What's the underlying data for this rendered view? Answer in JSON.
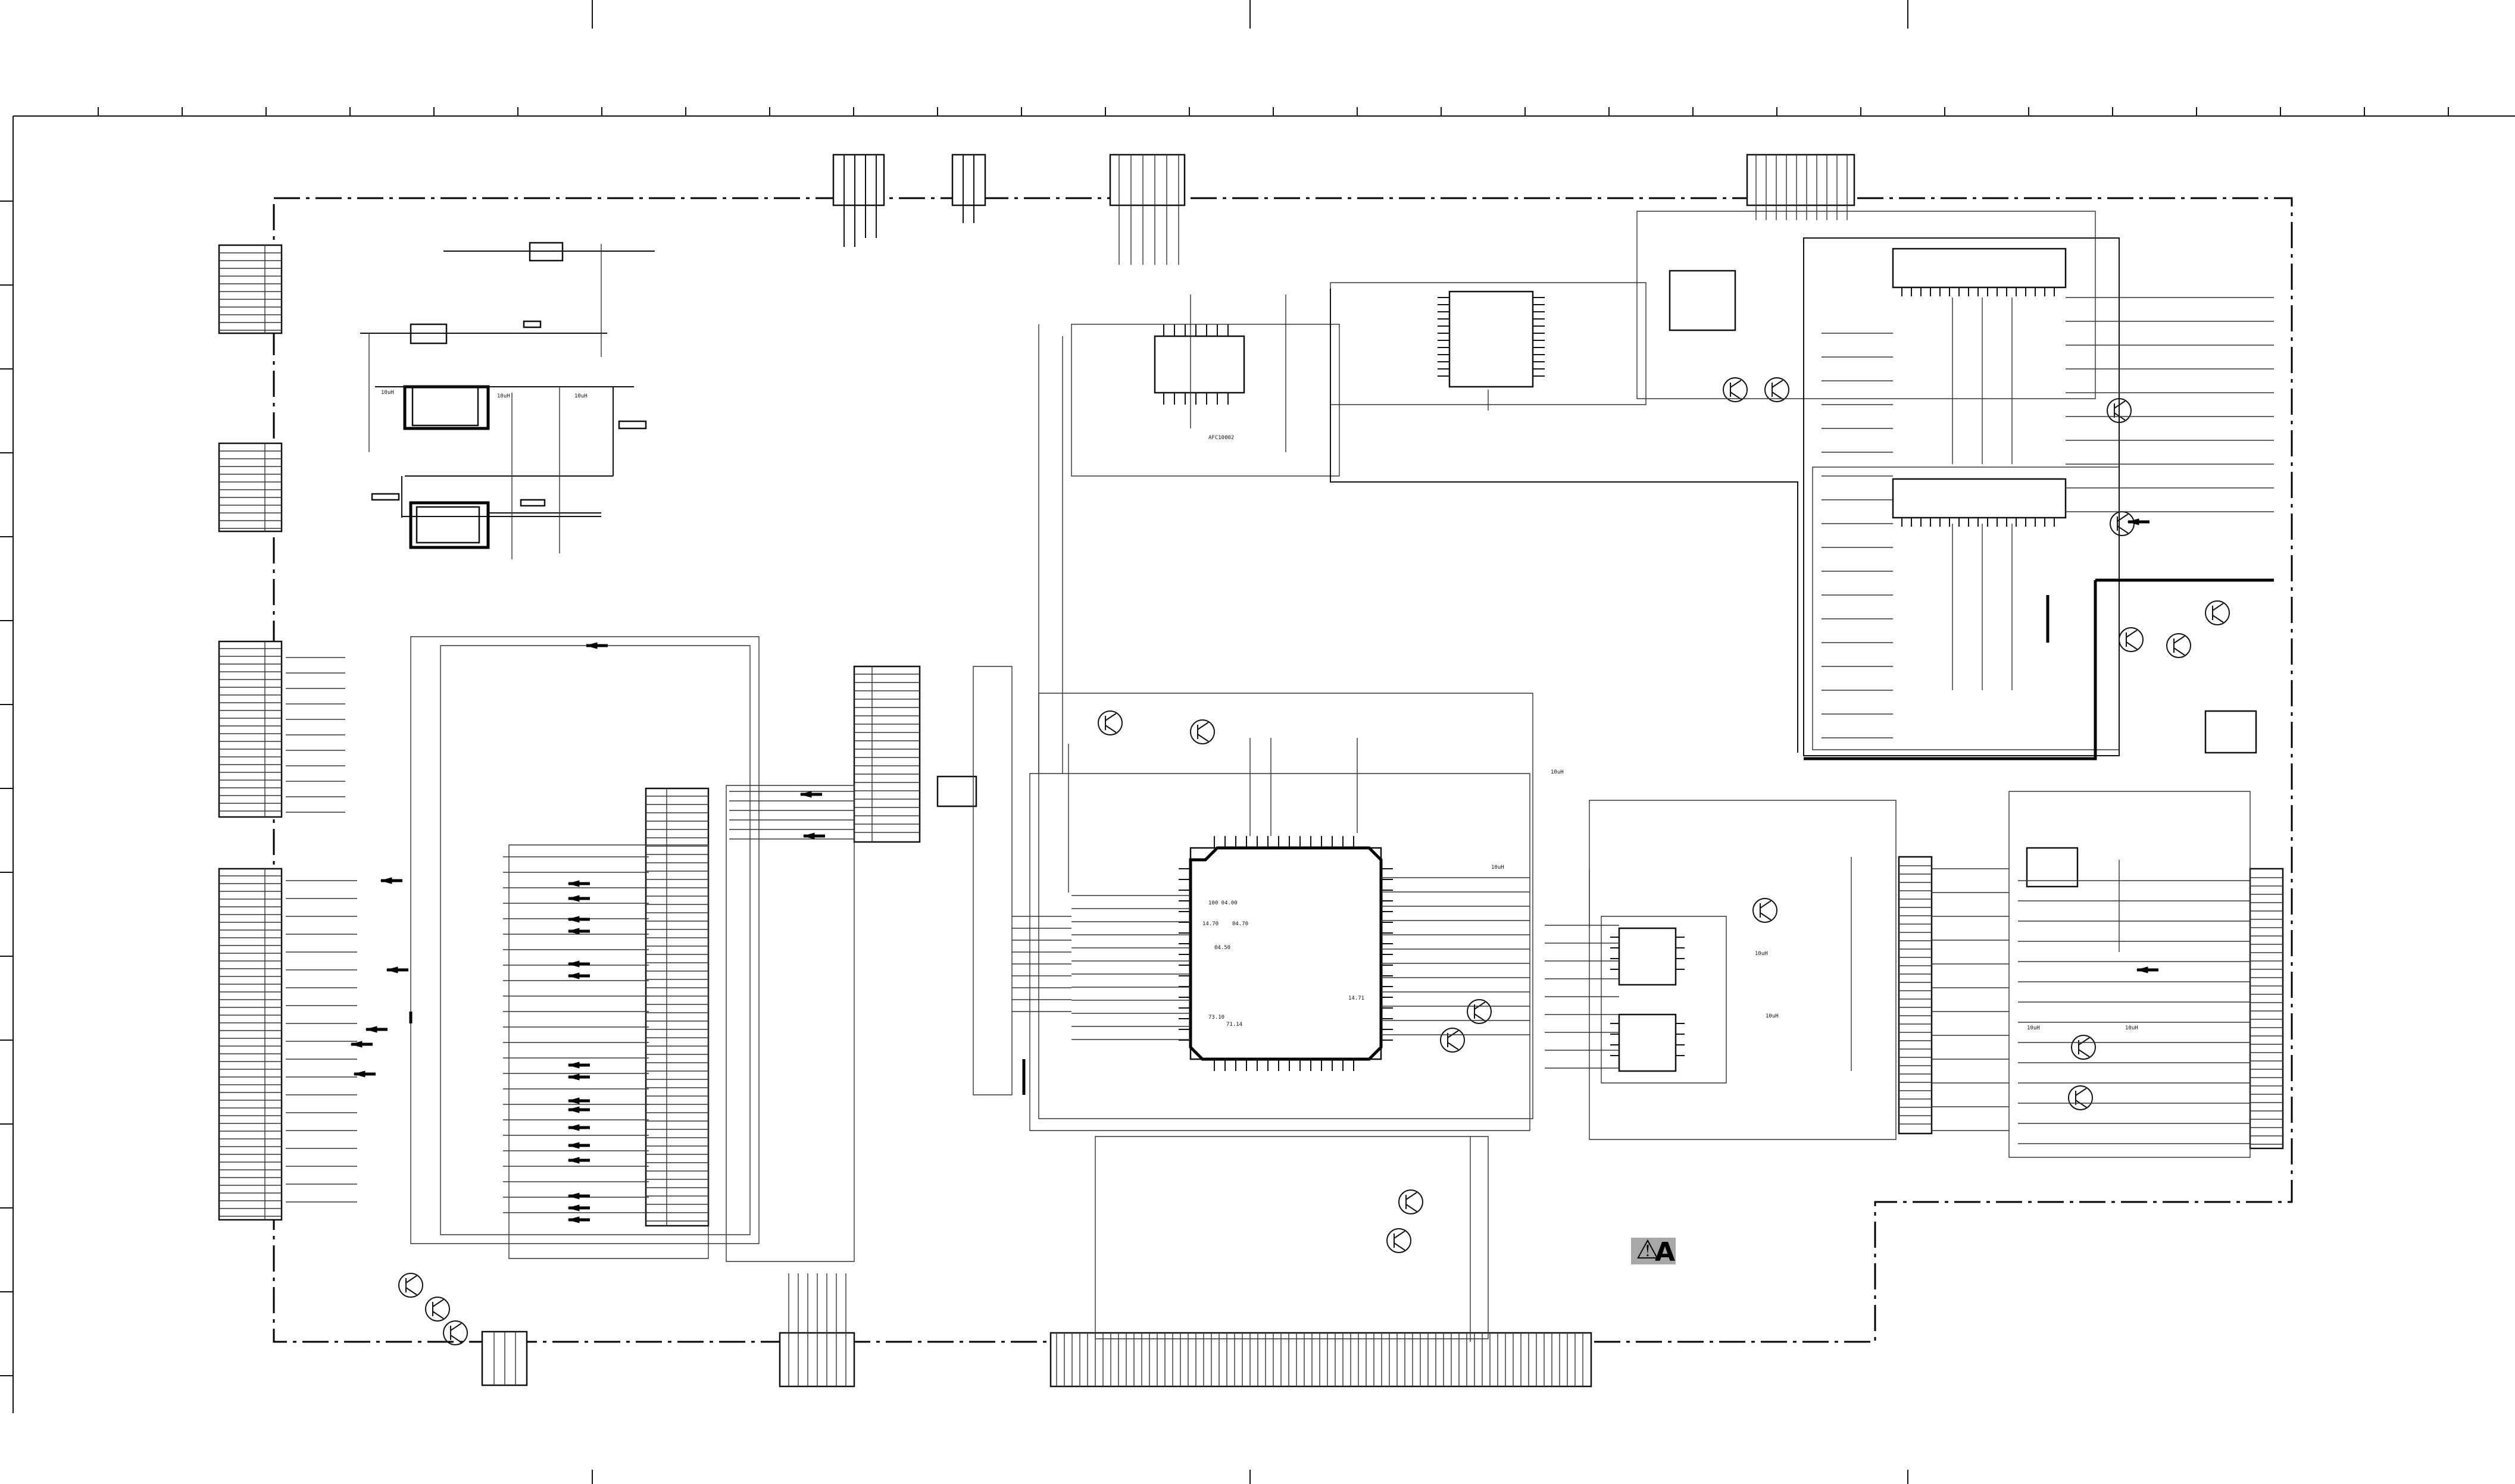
{
  "document": {
    "ic_part_number": "AFC10002",
    "warning_badge": {
      "symbol": "⚠",
      "letter": "A",
      "background_color": "#a8a8a8"
    }
  },
  "labels": {
    "ic_main": [
      "100 04.00",
      "14.70",
      "04.70",
      "04.50",
      "73.10",
      "71.14",
      "14.71"
    ],
    "components": [
      "10uH",
      "10uH",
      "10uH",
      "10uH",
      "10uH",
      "10uH",
      "10uH",
      "10uH",
      "10uH"
    ]
  }
}
